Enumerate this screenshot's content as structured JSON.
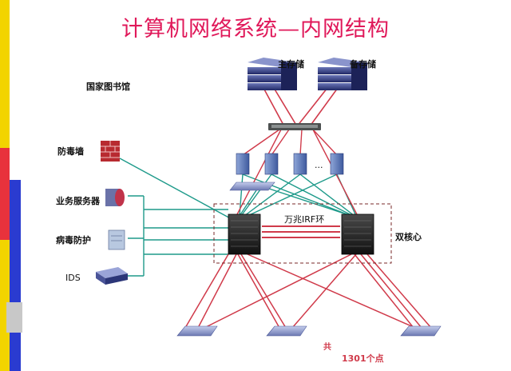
{
  "title": "计算机网络系统—内网结构",
  "labels": {
    "main_storage": "主存储",
    "backup_storage": "备存储",
    "library": "国家图书馆",
    "firewall": "防毒墙",
    "business_server": "业务服务器",
    "antivirus": "病毒防护",
    "ids": "IDS",
    "irf_ring": "万兆IRF环",
    "dual_core": "双核心",
    "ellipsis": "...",
    "total_prefix": "共",
    "node_count": "1301个点"
  },
  "colors": {
    "title": "#e0195a",
    "red_link": "#d03a4a",
    "teal_link": "#1e9a8a",
    "core_box_border": "#7a2a2a",
    "side_yellow": "#f2d400",
    "side_red": "#e8323c",
    "side_blue": "#2a3bd0",
    "side_gray": "#c8c8c8"
  },
  "icons": {
    "storage": "storage-array-icon",
    "switch": "switch-icon",
    "server": "server-icon",
    "core_switch": "core-switch-icon",
    "firewall": "firewall-icon",
    "ids": "ids-appliance-icon",
    "antivirus": "antivirus-server-icon"
  }
}
